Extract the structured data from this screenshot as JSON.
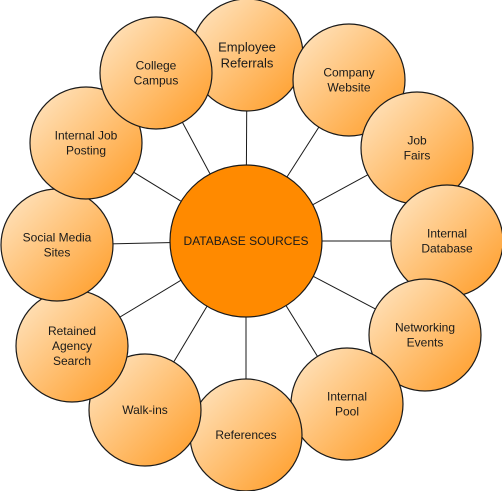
{
  "diagram": {
    "hub": {
      "label": "DATABASE SOURCES"
    },
    "colors": {
      "hub_fill": "#ff8a00",
      "node_light": "#ffe8c8",
      "node_dark": "#ff9a22",
      "stroke": "#1a1a1a",
      "connector": "#1a1a1a"
    },
    "nodes": [
      {
        "id": "employee-referrals",
        "lines": [
          "Employee",
          "Referrals"
        ]
      },
      {
        "id": "company-website",
        "lines": [
          "Company",
          "Website"
        ]
      },
      {
        "id": "job-fairs",
        "lines": [
          "Job",
          "Fairs"
        ]
      },
      {
        "id": "internal-database",
        "lines": [
          "Internal",
          "Database"
        ]
      },
      {
        "id": "networking-events",
        "lines": [
          "Networking",
          "Events"
        ]
      },
      {
        "id": "internal-pool",
        "lines": [
          "Internal",
          "Pool"
        ]
      },
      {
        "id": "references",
        "lines": [
          "References"
        ]
      },
      {
        "id": "walk-ins",
        "lines": [
          "Walk-ins"
        ]
      },
      {
        "id": "retained-agency-search",
        "lines": [
          "Retained",
          "Agency",
          "Search"
        ]
      },
      {
        "id": "social-media-sites",
        "lines": [
          "Social Media",
          "Sites"
        ]
      },
      {
        "id": "internal-job-posting",
        "lines": [
          "Internal Job",
          "Posting"
        ]
      },
      {
        "id": "college-campus",
        "lines": [
          "College",
          "Campus"
        ]
      }
    ]
  }
}
